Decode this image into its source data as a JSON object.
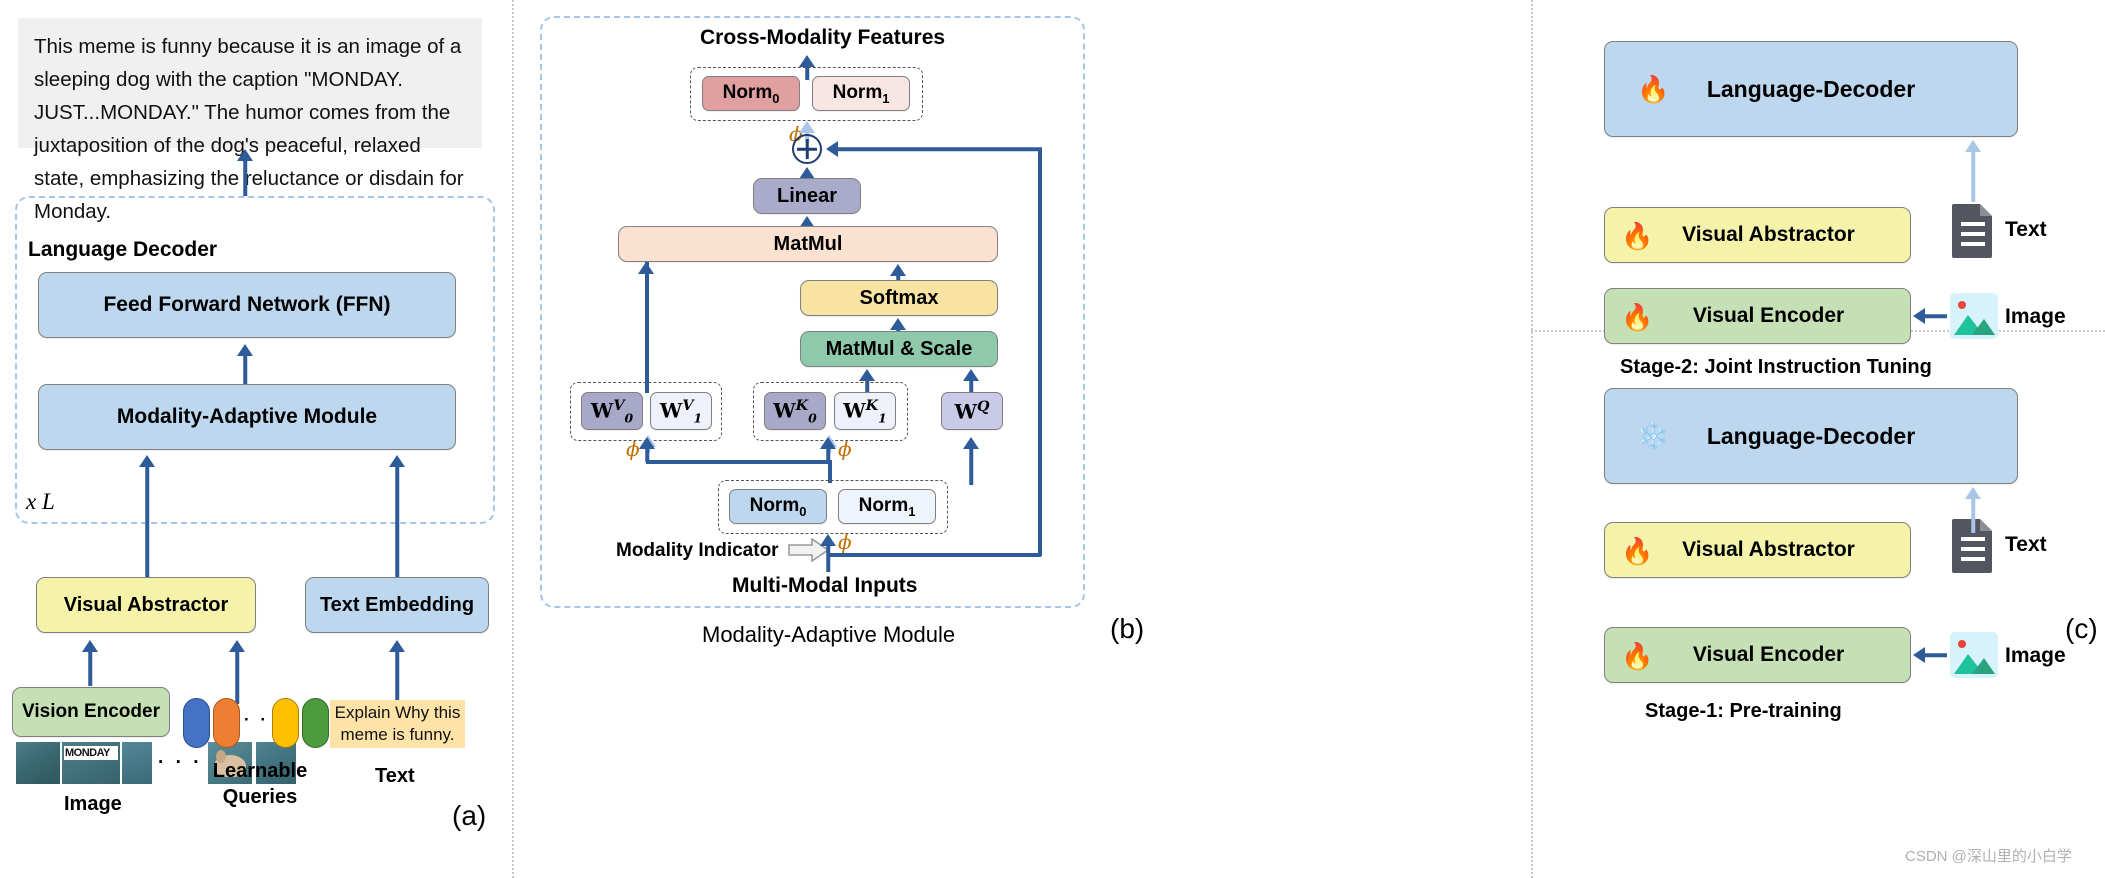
{
  "panel_a": {
    "letter": "(a)",
    "caption_text": "This meme is funny because it is an image of a sleeping dog with the caption \"MONDAY. JUST...MONDAY.\" The humor comes from the juxtaposition of the dog's peaceful, relaxed state, emphasizing the reluctance or disdain for Monday.",
    "language_decoder_label": "Language Decoder",
    "ffn_label": "Feed Forward Network (FFN)",
    "modality_adaptive_label": "Modality-Adaptive Module",
    "repeat_label": "x L",
    "visual_abstractor_label": "Visual Abstractor",
    "text_embedding_label": "Text Embedding",
    "vision_encoder_label": "Vision Encoder",
    "prompt_text": "Explain Why this meme is funny.",
    "image_label": "Image",
    "learnable_queries_label": "Learnable Queries",
    "text_label": "Text",
    "queries_dots": "· · ·",
    "image_dots": "· · ·",
    "query_colors": [
      "#4472c4",
      "#ed7d31",
      "#ffc000",
      "#4e9a3e"
    ]
  },
  "panel_b": {
    "letter": "(b)",
    "title": "Modality-Adaptive Module",
    "cross_modality_features": "Cross-Modality Features",
    "norm0_top": "Norm",
    "norm0_top_sub": "0",
    "norm1_top": "Norm",
    "norm1_top_sub": "1",
    "linear_label": "Linear",
    "matmul_label": "MatMul",
    "softmax_label": "Softmax",
    "matmul_scale_label": "MatMul & Scale",
    "wv0": "W",
    "wv0_sup": "V",
    "wv0_sub": "0",
    "wv1": "W",
    "wv1_sup": "V",
    "wv1_sub": "1",
    "wk0": "W",
    "wk0_sup": "K",
    "wk0_sub": "0",
    "wk1": "W",
    "wk1_sup": "K",
    "wk1_sub": "1",
    "wq": "W",
    "wq_sup": "Q",
    "norm0_bottom": "Norm",
    "norm0_bottom_sub": "0",
    "norm1_bottom": "Norm",
    "norm1_bottom_sub": "1",
    "modality_indicator_label": "Modality Indicator",
    "multimodal_inputs_label": "Multi-Modal Inputs",
    "phi": "ϕ"
  },
  "panel_c": {
    "letter": "(c)",
    "stage2": {
      "title": "Stage-2: Joint Instruction Tuning",
      "language_decoder": "Language-Decoder",
      "visual_abstractor": "Visual Abstractor",
      "visual_encoder": "Visual Encoder",
      "text_label": "Text",
      "image_label": "Image",
      "decoder_state": "fire",
      "abstractor_state": "fire",
      "encoder_state": "fire"
    },
    "stage1": {
      "title": "Stage-1: Pre-training",
      "language_decoder": "Language-Decoder",
      "visual_abstractor": "Visual Abstractor",
      "visual_encoder": "Visual Encoder",
      "text_label": "Text",
      "image_label": "Image",
      "decoder_state": "snowflake",
      "abstractor_state": "fire",
      "encoder_state": "fire"
    }
  },
  "watermark": "CSDN @深山里的小白学",
  "colors": {
    "arrow": "#2e5b9a",
    "dashed_frame": "#a8c4e8",
    "blue_box": "#bdd7ee",
    "yellow_box": "#f5f2a9",
    "green_box": "#c5e0b4",
    "peach_box": "#fbe2d0",
    "lavender_box": "#aaaacb",
    "phi": "#c07000"
  }
}
